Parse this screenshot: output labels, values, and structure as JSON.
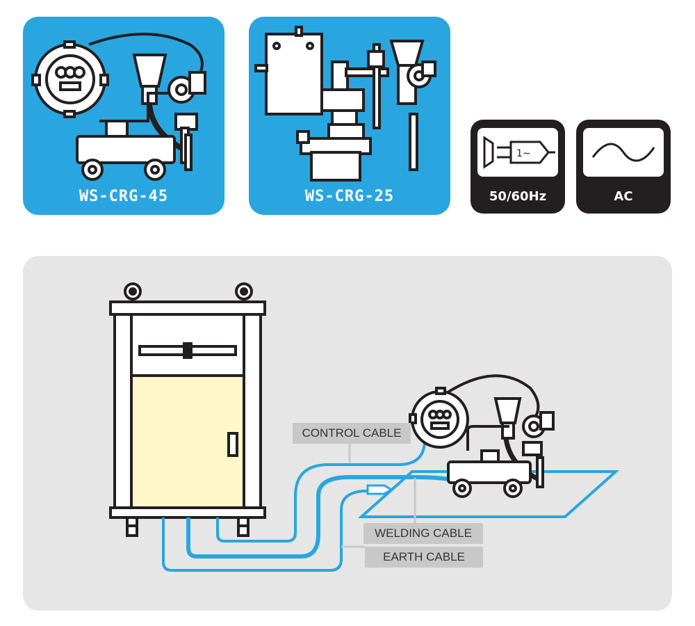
{
  "products": [
    {
      "model": "WS-CRG-45",
      "icon": "welding-carriage-illustration"
    },
    {
      "model": "WS-CRG-25",
      "icon": "welding-head-illustration"
    }
  ],
  "specs": [
    {
      "label": "50/60Hz",
      "icon": "plug-icon",
      "plug_text": "1~"
    },
    {
      "label": "AC",
      "icon": "sine-wave-icon"
    }
  ],
  "connection_diagram": {
    "cables": {
      "control": "CONTROL CABLE",
      "welding": "WELDING CABLE",
      "earth": "EARTH CABLE"
    }
  },
  "colors": {
    "brand_blue": "#29a6e0",
    "cable_blue": "#29a6e0",
    "spec_dark": "#231f20",
    "panel_gray": "#e6e6e6",
    "label_gray": "#c8c8c8",
    "cabinet_yellow": "#fff7c7"
  }
}
